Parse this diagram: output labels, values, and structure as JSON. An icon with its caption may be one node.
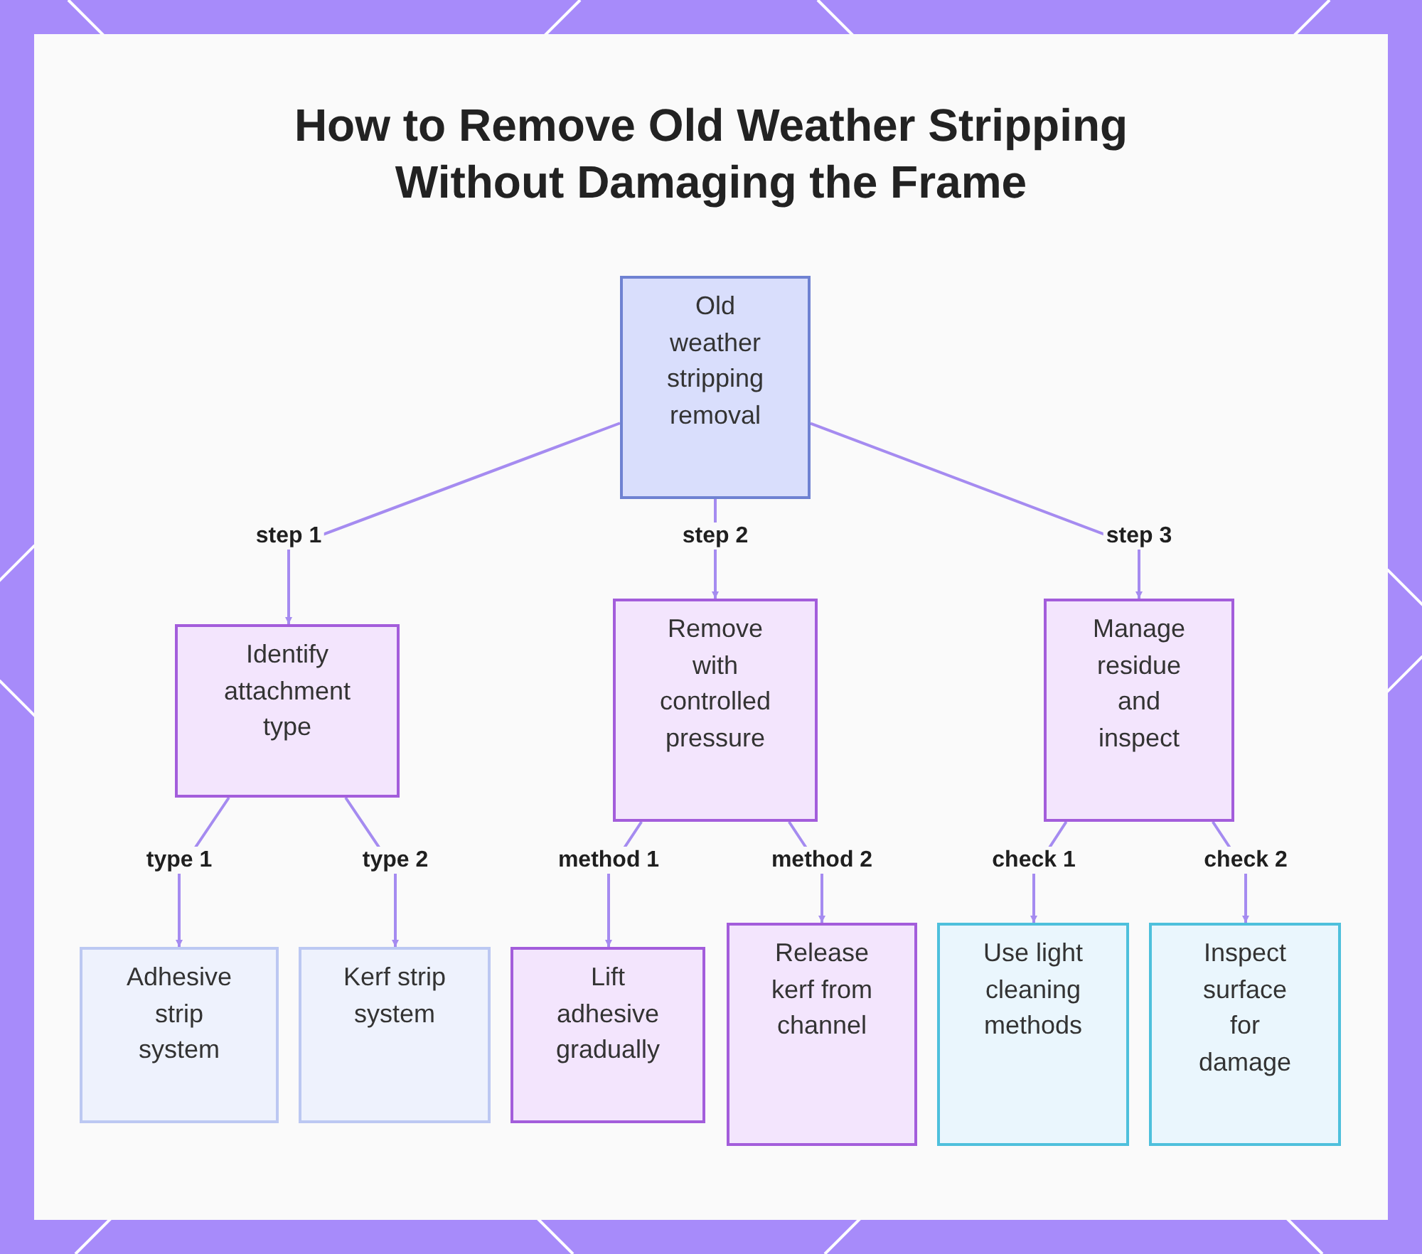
{
  "diagram": {
    "title": "How to Remove Old Weather Stripping Without Damaging the Frame",
    "nodes": [
      {
        "text": [
          "Old weather stripping removal"
        ]
      },
      {
        "text": [
          "Identify attachment type"
        ]
      },
      {
        "text": [
          "Remove with controlled pressure"
        ]
      },
      {
        "text": [
          "Manage residue and inspect"
        ]
      },
      {
        "text": [
          "Adhesive strip system"
        ]
      },
      {
        "text": [
          "Kerf strip system"
        ]
      },
      {
        "text": [
          "Lift adhesive gradually"
        ]
      },
      {
        "text": [
          "Release kerf from channel"
        ]
      },
      {
        "text": [
          "Use light cleaning methods"
        ]
      },
      {
        "text": [
          "Inspect surface for damage"
        ]
      }
    ],
    "edges": [
      {
        "from": 0,
        "to": 1,
        "arrow": "to",
        "label": "step 1"
      },
      {
        "from": 0,
        "to": 2,
        "arrow": "to",
        "label": "step 2"
      },
      {
        "from": 0,
        "to": 3,
        "arrow": "to",
        "label": "step 3"
      },
      {
        "from": 1,
        "to": 4,
        "arrow": "to",
        "label": "type 1"
      },
      {
        "from": 1,
        "to": 5,
        "arrow": "to",
        "label": "type 2"
      },
      {
        "from": 2,
        "to": 6,
        "arrow": "to",
        "label": "method 1"
      },
      {
        "from": 2,
        "to": 7,
        "arrow": "to",
        "label": "method 2"
      },
      {
        "from": 3,
        "to": 8,
        "arrow": "to",
        "label": "check 1"
      },
      {
        "from": 3,
        "to": 9,
        "arrow": "to",
        "label": "check 2"
      }
    ]
  }
}
